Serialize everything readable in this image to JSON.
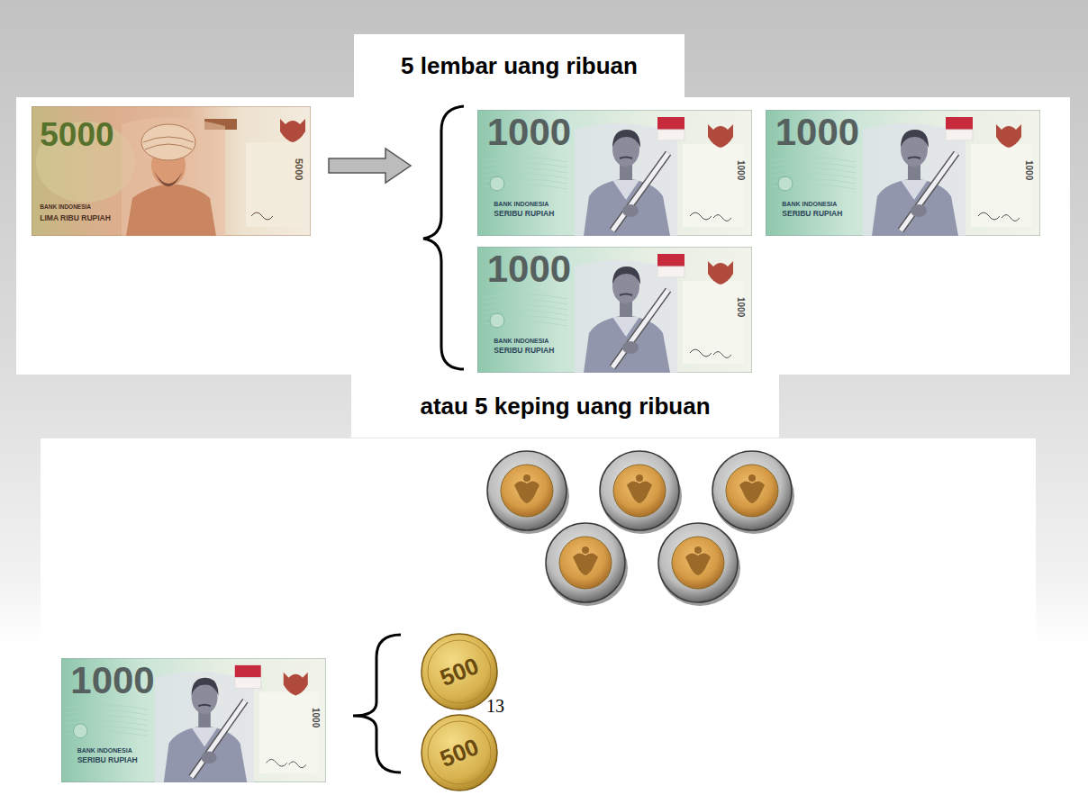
{
  "diagram": {
    "nodes": [
      {
        "text": [
          "5 lembar uang ribuan"
        ]
      },
      {
        "text": [
          "5000",
          "BANK INDONESIA",
          "LIMA RIBU RUPIAH",
          "5000"
        ]
      },
      {
        "text": [
          "1000",
          "BANK INDONESIA",
          "SERIBU RUPIAH",
          "1000"
        ]
      },
      {
        "text": [
          "1000",
          "BANK INDONESIA",
          "SERIBU RUPIAH",
          "1000"
        ]
      },
      {
        "text": [
          "1000",
          "BANK INDONESIA",
          "SERIBU RUPIAH",
          "1000"
        ]
      },
      {
        "text": [
          "atau 5 keping uang ribuan"
        ]
      },
      {
        "text": [
          "1000",
          "BANK INDONESIA",
          "SERIBU RUPIAH",
          "1000"
        ]
      },
      {
        "text": [
          "500"
        ]
      },
      {
        "text": [
          "500"
        ]
      }
    ],
    "labels": [
      "13"
    ]
  }
}
